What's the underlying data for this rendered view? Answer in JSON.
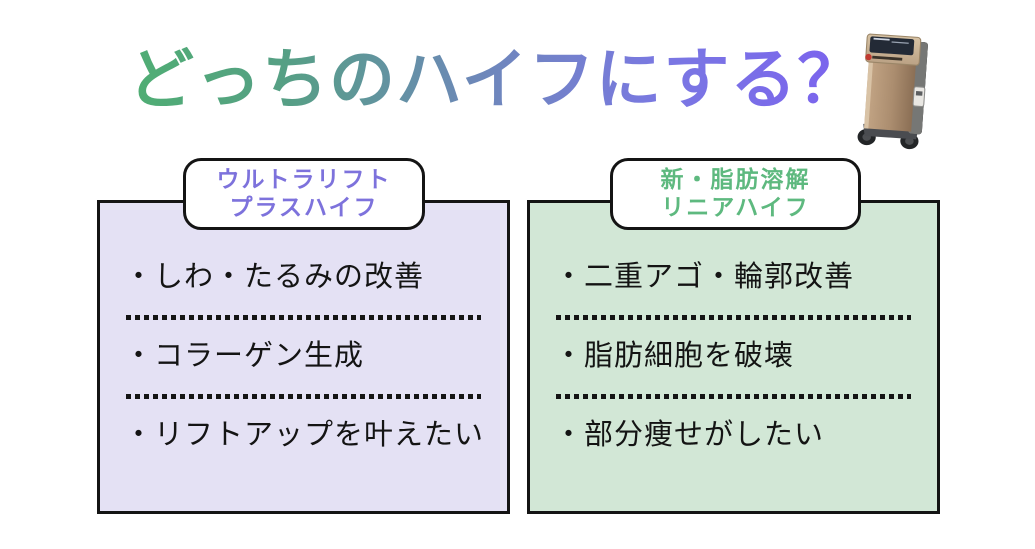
{
  "title": {
    "text": "どっちのハイフにする？",
    "gradient_start_color": "#4fae73",
    "gradient_mid_color": "#6d88b8",
    "gradient_end_color": "#7b63ee"
  },
  "machine": {
    "icon": "hifu-machine-icon",
    "body_color": "#ab8d6f",
    "screen_color": "#232a36"
  },
  "columns": [
    {
      "id": "ultra-lift-plus-hifu",
      "header_line1": "ウルトラリフト",
      "header_line2": "プラスハイフ",
      "header_text_color": "#7d72dc",
      "panel_bg_color": "#e4e1f4",
      "items": [
        "・しわ・たるみの改善",
        "・コラーゲン生成",
        "・リフトアップを叶えたい"
      ]
    },
    {
      "id": "linear-hifu",
      "header_line1": "新・脂肪溶解",
      "header_line2": "リニアハイフ",
      "header_text_color": "#5eb97f",
      "panel_bg_color": "#d2e7d6",
      "items": [
        "・二重アゴ・輪郭改善",
        "・脂肪細胞を破壊",
        "・部分痩せがしたい"
      ]
    }
  ]
}
